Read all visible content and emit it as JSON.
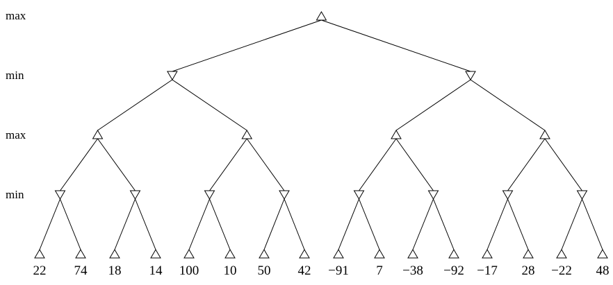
{
  "level_labels": [
    "max",
    "min",
    "max",
    "min"
  ],
  "leaf_values": [
    "22",
    "74",
    "18",
    "14",
    "100",
    "10",
    "50",
    "42",
    "−91",
    "7",
    "−38",
    "−92",
    "−17",
    "28",
    "−22",
    "48"
  ],
  "colors": {
    "stroke": "#000000",
    "background": "#ffffff"
  }
}
